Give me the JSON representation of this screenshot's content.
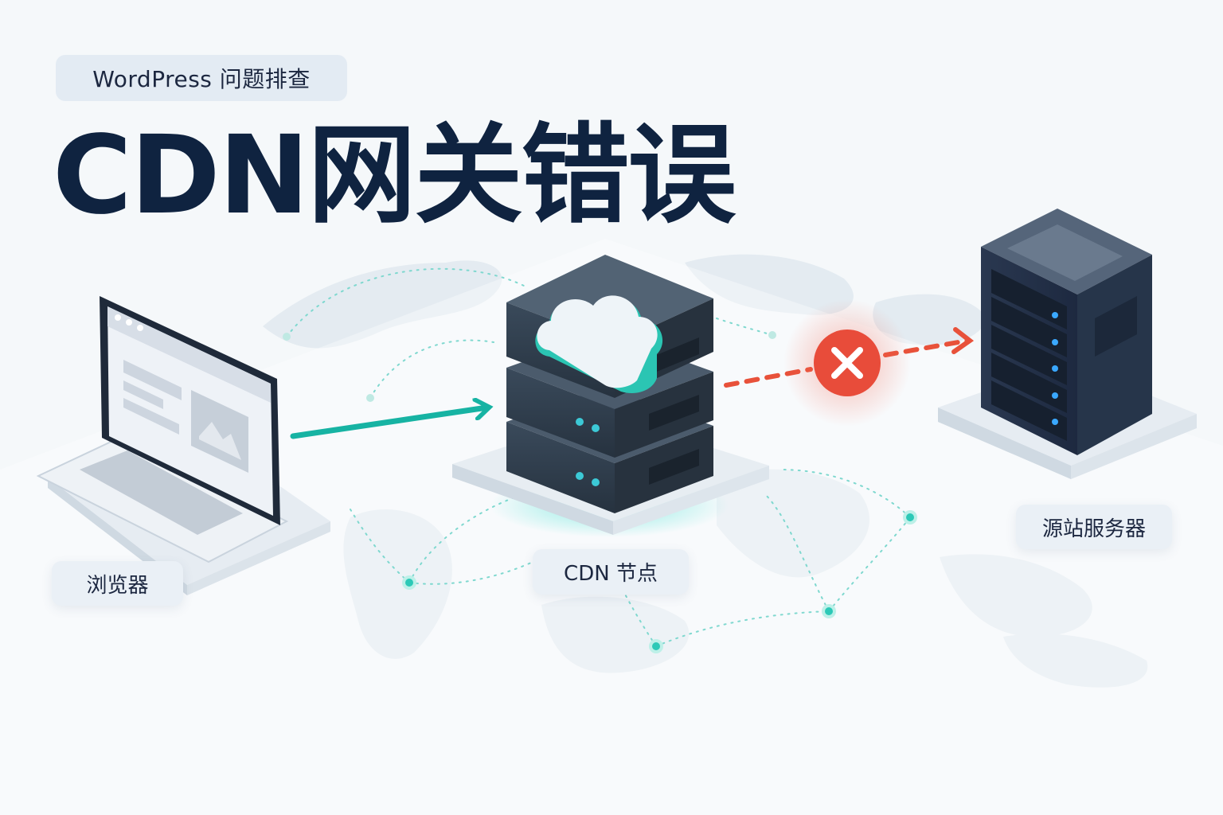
{
  "tag": "WordPress 问题排查",
  "title": "CDN网关错误",
  "nodes": {
    "browser": "浏览器",
    "cdn": "CDN 节点",
    "origin": "源站服务器"
  },
  "icons": {
    "browser": "laptop-icon",
    "cdn": "cloud-server-stack-icon",
    "origin": "server-tower-icon",
    "error": "x-circle-icon"
  },
  "colors": {
    "title": "#0f2340",
    "connection_ok": "#17b3a3",
    "connection_error": "#e8513a",
    "error_badge": "#e84c3a",
    "server_dark": "#2f3d4c",
    "led": "#3cc9d6"
  },
  "connections": [
    {
      "from": "browser",
      "to": "cdn",
      "status": "ok"
    },
    {
      "from": "cdn",
      "to": "origin",
      "status": "error"
    }
  ]
}
